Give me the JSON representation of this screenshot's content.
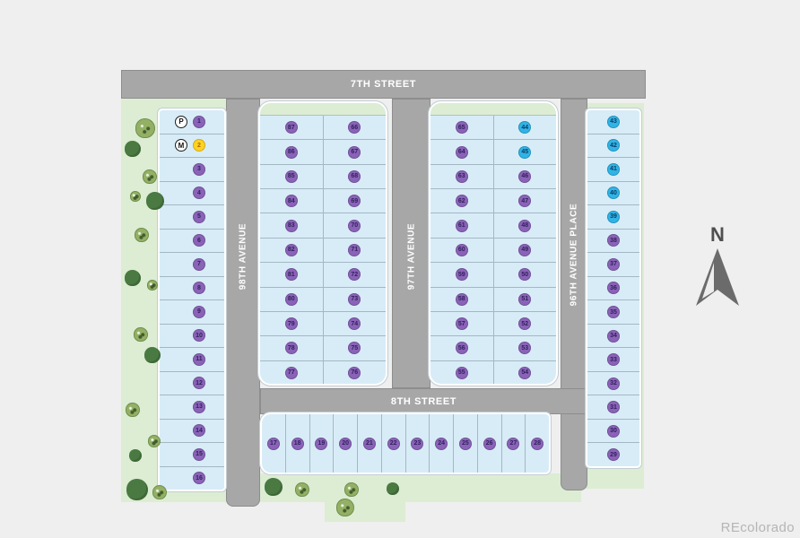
{
  "streets": {
    "seventh": "7TH STREET",
    "eighth": "8TH STREET",
    "avenue_98": "98TH AVENUE",
    "avenue_97": "97TH AVENUE",
    "avenue_96": "96TH AVENUE PLACE"
  },
  "compass": {
    "north_label": "N"
  },
  "watermark": "REcolorado",
  "badge_colors": {
    "purple": "#8a63b8",
    "purple_text": "#32205e",
    "cyan": "#2fb4e6",
    "cyan_text": "#0e3a66",
    "yellow": "#ffd21e",
    "yellow_text": "#a8651a"
  },
  "map_colors": {
    "road": "#a7a7a7",
    "lot_fill": "#d8ecf7",
    "greenbelt": "#dcedd3",
    "tree_dark": "#4a7a42",
    "tree_light": "#93b065"
  },
  "lot_groups": {
    "west_column": [
      {
        "n": "1",
        "c": "purple",
        "marker": "P"
      },
      {
        "n": "2",
        "c": "yellow",
        "marker": "M"
      },
      {
        "n": "3",
        "c": "purple"
      },
      {
        "n": "4",
        "c": "purple"
      },
      {
        "n": "5",
        "c": "purple"
      },
      {
        "n": "6",
        "c": "purple"
      },
      {
        "n": "7",
        "c": "purple"
      },
      {
        "n": "8",
        "c": "purple"
      },
      {
        "n": "9",
        "c": "purple"
      },
      {
        "n": "10",
        "c": "purple"
      },
      {
        "n": "11",
        "c": "purple"
      },
      {
        "n": "12",
        "c": "purple"
      },
      {
        "n": "13",
        "c": "purple"
      },
      {
        "n": "14",
        "c": "purple"
      },
      {
        "n": "15",
        "c": "purple"
      },
      {
        "n": "16",
        "c": "purple"
      }
    ],
    "block_a_left": [
      {
        "n": "87",
        "c": "purple"
      },
      {
        "n": "86",
        "c": "purple"
      },
      {
        "n": "85",
        "c": "purple"
      },
      {
        "n": "84",
        "c": "purple"
      },
      {
        "n": "83",
        "c": "purple"
      },
      {
        "n": "82",
        "c": "purple"
      },
      {
        "n": "81",
        "c": "purple"
      },
      {
        "n": "80",
        "c": "purple"
      },
      {
        "n": "79",
        "c": "purple"
      },
      {
        "n": "78",
        "c": "purple"
      },
      {
        "n": "77",
        "c": "purple"
      }
    ],
    "block_a_right": [
      {
        "n": "66",
        "c": "purple"
      },
      {
        "n": "67",
        "c": "purple"
      },
      {
        "n": "68",
        "c": "purple"
      },
      {
        "n": "69",
        "c": "purple"
      },
      {
        "n": "70",
        "c": "purple"
      },
      {
        "n": "71",
        "c": "purple"
      },
      {
        "n": "72",
        "c": "purple"
      },
      {
        "n": "73",
        "c": "purple"
      },
      {
        "n": "74",
        "c": "purple"
      },
      {
        "n": "75",
        "c": "purple"
      },
      {
        "n": "76",
        "c": "purple"
      }
    ],
    "block_b_left": [
      {
        "n": "65",
        "c": "purple"
      },
      {
        "n": "64",
        "c": "purple"
      },
      {
        "n": "63",
        "c": "purple"
      },
      {
        "n": "62",
        "c": "purple"
      },
      {
        "n": "61",
        "c": "purple"
      },
      {
        "n": "60",
        "c": "purple"
      },
      {
        "n": "59",
        "c": "purple"
      },
      {
        "n": "58",
        "c": "purple"
      },
      {
        "n": "57",
        "c": "purple"
      },
      {
        "n": "56",
        "c": "purple"
      },
      {
        "n": "55",
        "c": "purple"
      }
    ],
    "block_b_right": [
      {
        "n": "44",
        "c": "cyan"
      },
      {
        "n": "45",
        "c": "cyan"
      },
      {
        "n": "46",
        "c": "purple"
      },
      {
        "n": "47",
        "c": "purple"
      },
      {
        "n": "48",
        "c": "purple"
      },
      {
        "n": "49",
        "c": "purple"
      },
      {
        "n": "50",
        "c": "purple"
      },
      {
        "n": "51",
        "c": "purple"
      },
      {
        "n": "52",
        "c": "purple"
      },
      {
        "n": "53",
        "c": "purple"
      },
      {
        "n": "54",
        "c": "purple"
      }
    ],
    "east_column": [
      {
        "n": "43",
        "c": "cyan"
      },
      {
        "n": "42",
        "c": "cyan"
      },
      {
        "n": "41",
        "c": "cyan"
      },
      {
        "n": "40",
        "c": "cyan"
      },
      {
        "n": "39",
        "c": "cyan"
      },
      {
        "n": "38",
        "c": "purple"
      },
      {
        "n": "37",
        "c": "purple"
      },
      {
        "n": "36",
        "c": "purple"
      },
      {
        "n": "35",
        "c": "purple"
      },
      {
        "n": "34",
        "c": "purple"
      },
      {
        "n": "33",
        "c": "purple"
      },
      {
        "n": "32",
        "c": "purple"
      },
      {
        "n": "31",
        "c": "purple"
      },
      {
        "n": "30",
        "c": "purple"
      },
      {
        "n": "29",
        "c": "purple"
      }
    ],
    "south_row": [
      {
        "n": "17",
        "c": "purple"
      },
      {
        "n": "18",
        "c": "purple"
      },
      {
        "n": "19",
        "c": "purple"
      },
      {
        "n": "20",
        "c": "purple"
      },
      {
        "n": "21",
        "c": "purple"
      },
      {
        "n": "22",
        "c": "purple"
      },
      {
        "n": "23",
        "c": "purple"
      },
      {
        "n": "24",
        "c": "purple"
      },
      {
        "n": "25",
        "c": "purple"
      },
      {
        "n": "26",
        "c": "purple"
      },
      {
        "n": "27",
        "c": "purple"
      },
      {
        "n": "28",
        "c": "purple"
      }
    ]
  }
}
